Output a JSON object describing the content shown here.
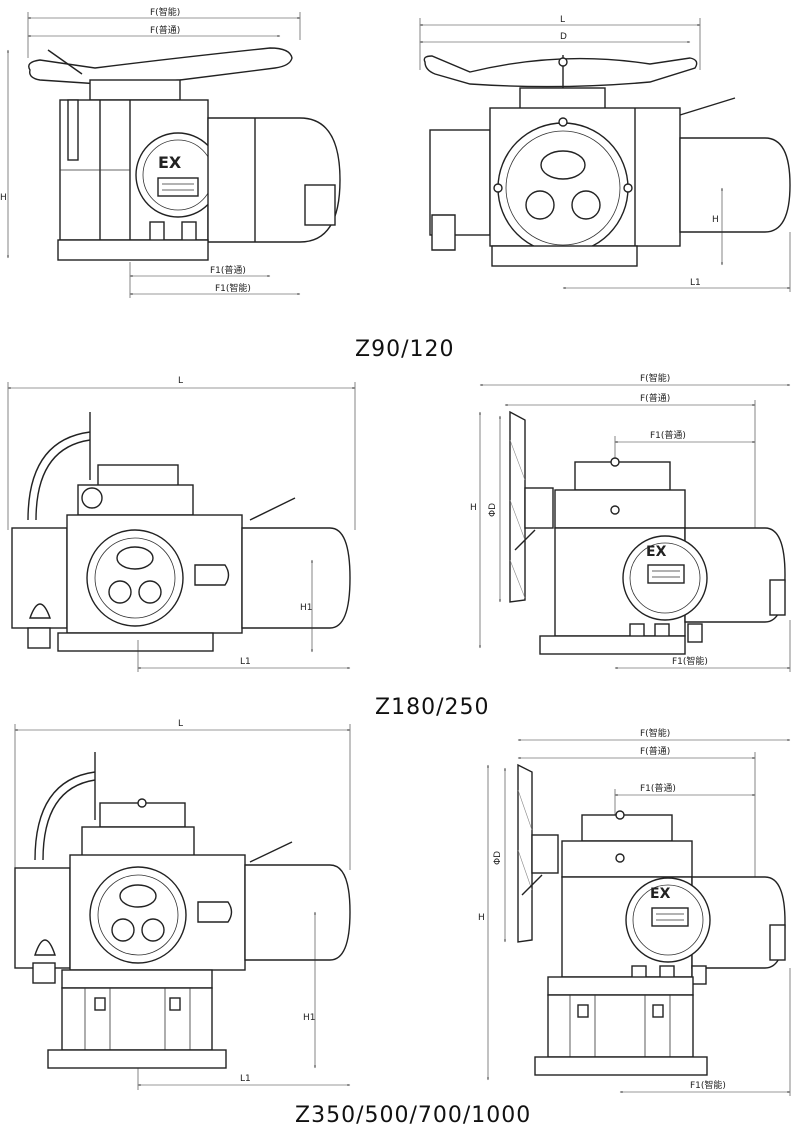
{
  "captions": {
    "z90": "Z90/120",
    "z180": "Z180/250",
    "z350": "Z350/500/700/1000"
  },
  "dims": {
    "f_smart": "F(智能)",
    "f_normal": "F(普通)",
    "f1_normal": "F1(普通)",
    "f1_smart": "F1(智能)",
    "L": "L",
    "D": "D",
    "phiD": "ΦD",
    "H": "H",
    "H1": "H1",
    "L1": "L1"
  },
  "marks": {
    "ex": "EX"
  }
}
